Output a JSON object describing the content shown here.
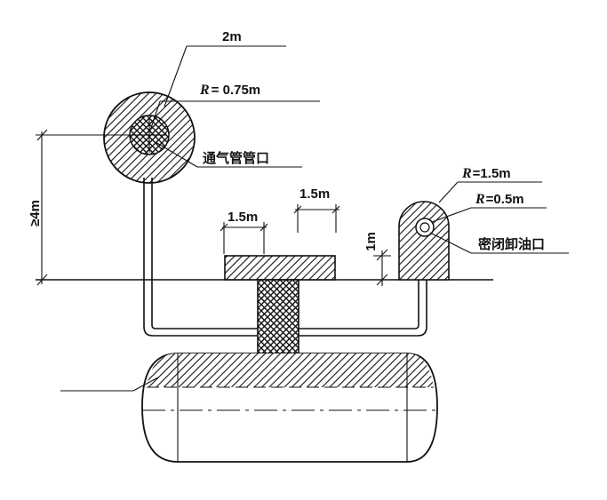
{
  "labels": {
    "outer_diameter": "2m",
    "vent_radius_prefix": "R",
    "vent_radius_value": "= 0.75m",
    "vent_pipe_outlet": "通气管管口",
    "height_min": "≥4m",
    "platform_left_width": "1.5m",
    "platform_right_width": "1.5m",
    "platform_height": "1m",
    "unload_radius_outer_prefix": "R",
    "unload_radius_outer_value": "=1.5m",
    "unload_radius_inner_prefix": "R",
    "unload_radius_inner_value": "=0.5m",
    "sealed_unloading_port": "密闭卸油口"
  },
  "colors": {
    "line": "#111111",
    "background": "#ffffff"
  }
}
